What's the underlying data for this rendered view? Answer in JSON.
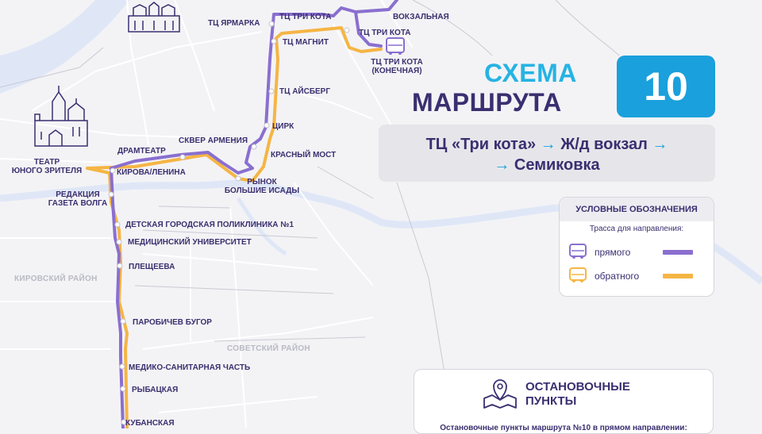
{
  "header": {
    "title_line1": "СХЕМА",
    "title_line2": "МАРШРУТА",
    "route_number": "10"
  },
  "route": {
    "line1": "ТЦ «Три кота» → Ж/д вокзал →",
    "line1_parts": [
      "ТЦ «Три кота» ",
      "→",
      " Ж/д вокзал ",
      "→"
    ],
    "line2_parts": [
      "→",
      " Семиковка"
    ]
  },
  "legend": {
    "title": "УСЛОВНЫЕ ОБОЗНАЧЕНИЯ",
    "subtitle": "Трасса для направления:",
    "forward_label": "прямого",
    "reverse_label": "обратного",
    "forward_color": "#8a6fcf",
    "reverse_color": "#f5b544"
  },
  "stops_panel": {
    "title_line1": "ОСТАНОВОЧНЫЕ",
    "title_line2": "ПУНКТЫ",
    "note": "Остановочные пункты маршрута №10 в прямом направлении:"
  },
  "districts": {
    "kirovsky": "КИРОВСКИЙ РАЙОН",
    "sovetsky": "СОВЕТСКИЙ РАЙОН"
  },
  "stops": {
    "tc_yarmarka": "ТЦ ЯРМАРКА",
    "tc_tri_kota_top": "ТЦ ТРИ КОТА",
    "vokzalnaya": "ВОКЗАЛЬНАЯ",
    "tc_magnit": "ТЦ МАГНИТ",
    "tc_tri_kota_mid": "ТЦ ТРИ КОТА",
    "tc_tri_kota_end_1": "ТЦ ТРИ КОТА",
    "tc_tri_kota_end_2": "(КОНЕЧНАЯ)",
    "tc_aisberg": "ТЦ АЙСБЕРГ",
    "cirk": "ЦИРК",
    "krasny_most": "КРАСНЫЙ МОСТ",
    "skver_armenia": "СКВЕР АРМЕНИЯ",
    "dramteatr": "ДРАМТЕАТР",
    "teatr_1": "ТЕАТР",
    "teatr_2": "ЮНОГО ЗРИТЕЛЯ",
    "kirova_lenina": "КИРОВА/ЛЕНИНА",
    "rynok_1": "РЫНОК",
    "rynok_2": "БОЛЬШИЕ ИСАДЫ",
    "redakcia_1": "РЕДАКЦИЯ",
    "redakcia_2": "ГАЗЕТА ВОЛГА",
    "poliklinika": "ДЕТСКАЯ ГОРОДСКАЯ ПОЛИКЛИНИКА №1",
    "med_univer": "МЕДИЦИНСКИЙ УНИВЕРСИТЕТ",
    "pleshcheeva": "ПЛЕЩЕЕВА",
    "parobichev": "ПАРОБИЧЕВ БУГОР",
    "medsanchast": "МЕДИКО-САНИТАРНАЯ ЧАСТЬ",
    "rybackaya": "РЫБАЦКАЯ",
    "kubanskaya": "КУБАНСКАЯ"
  }
}
